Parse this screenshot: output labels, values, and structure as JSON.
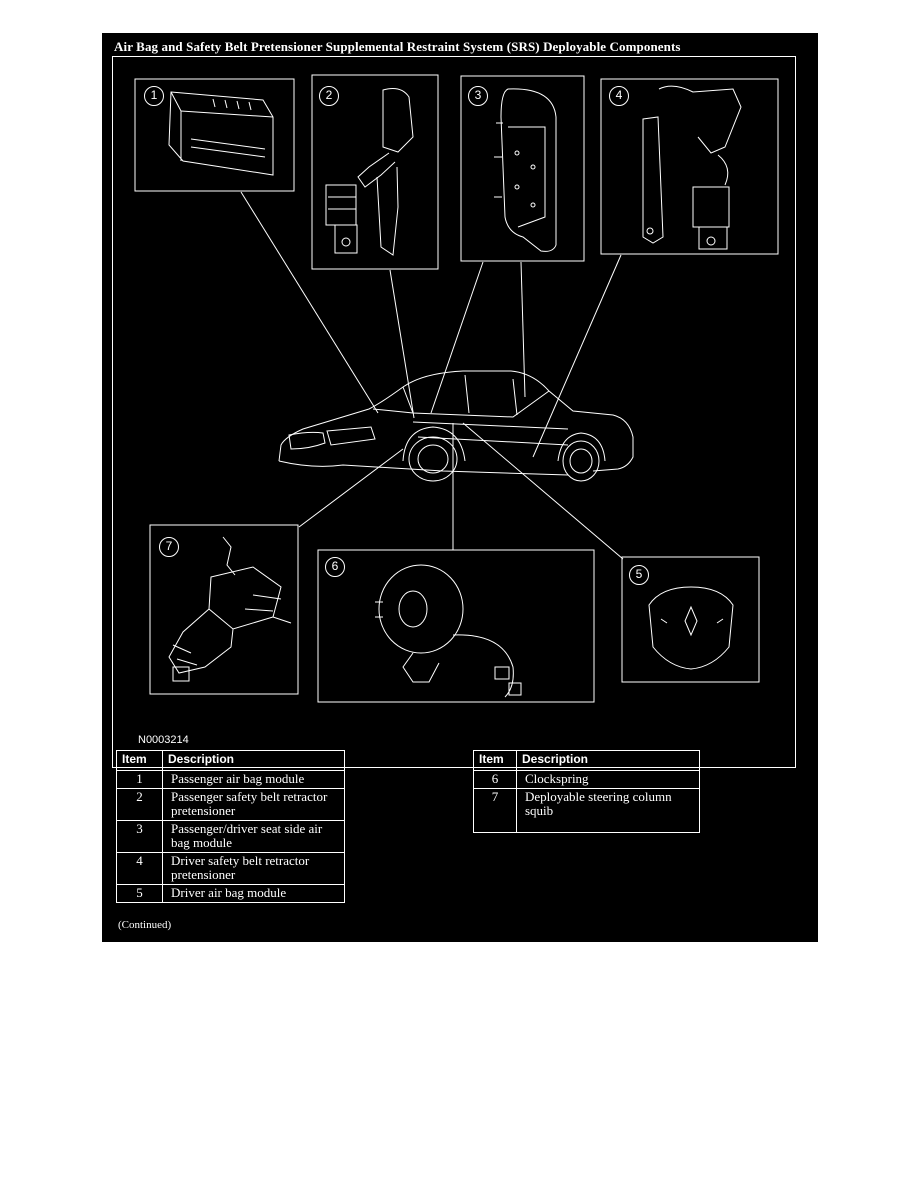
{
  "title": "Air Bag and Safety Belt Pretensioner Supplemental Restraint System (SRS) Deployable Components",
  "figure": {
    "id": "N0003214",
    "callouts": [
      "1",
      "2",
      "3",
      "4",
      "5",
      "6",
      "7"
    ]
  },
  "table": {
    "headers": {
      "item": "Item",
      "description": "Description"
    },
    "left_rows": [
      {
        "item": "1",
        "description": "Passenger air bag module"
      },
      {
        "item": "2",
        "description": "Passenger safety belt retractor pretensioner"
      },
      {
        "item": "3",
        "description": "Passenger/driver seat side air bag module"
      },
      {
        "item": "4",
        "description": "Driver safety belt retractor pretensioner"
      },
      {
        "item": "5",
        "description": "Driver air bag module"
      }
    ],
    "right_rows": [
      {
        "item": "6",
        "description": "Clockspring"
      },
      {
        "item": "7",
        "description": "Deployable steering column squib"
      }
    ]
  },
  "footer": "(Continued)"
}
